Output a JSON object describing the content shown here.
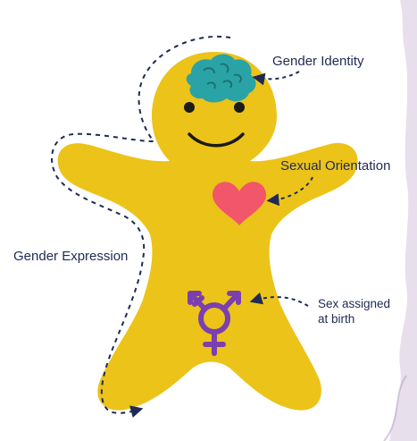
{
  "labels": {
    "gender_identity": "Gender Identity",
    "sexual_orientation": "Sexual Orientation",
    "gender_expression": "Gender Expression",
    "sex_assigned_line1": "Sex assigned",
    "sex_assigned_line2": "at birth"
  },
  "colors": {
    "body": "#ecc318",
    "brain": "#2aa3a6",
    "heart": "#f2566a",
    "symbol": "#7b3fb0",
    "face": "#1b1b1b",
    "text": "#1f2a55",
    "backdrop": "#d5c4dc"
  },
  "icons": [
    "brain-icon",
    "heart-icon",
    "transgender-symbol-icon"
  ]
}
